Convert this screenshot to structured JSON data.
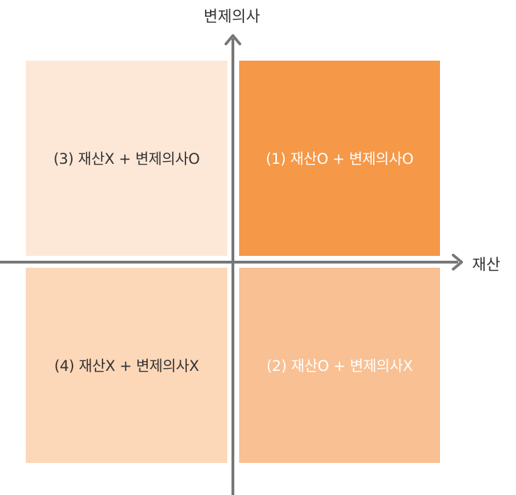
{
  "axes": {
    "x_label": "재산",
    "y_label": "변제의사",
    "color": "#777777"
  },
  "quadrants": [
    {
      "id": "q1",
      "label": "(1) 재산O + 변제의사O",
      "bg": "#f59848",
      "fg": "#ffffff"
    },
    {
      "id": "q2",
      "label": "(2) 재산O + 변제의사X",
      "bg": "#f8c093",
      "fg": "#ffffff"
    },
    {
      "id": "q3",
      "label": "(3) 재산X + 변제의사O",
      "bg": "#fde8d8",
      "fg": "#333333"
    },
    {
      "id": "q4",
      "label": "(4) 재산X + 변제의사X",
      "bg": "#fcd7b8",
      "fg": "#333333"
    }
  ]
}
